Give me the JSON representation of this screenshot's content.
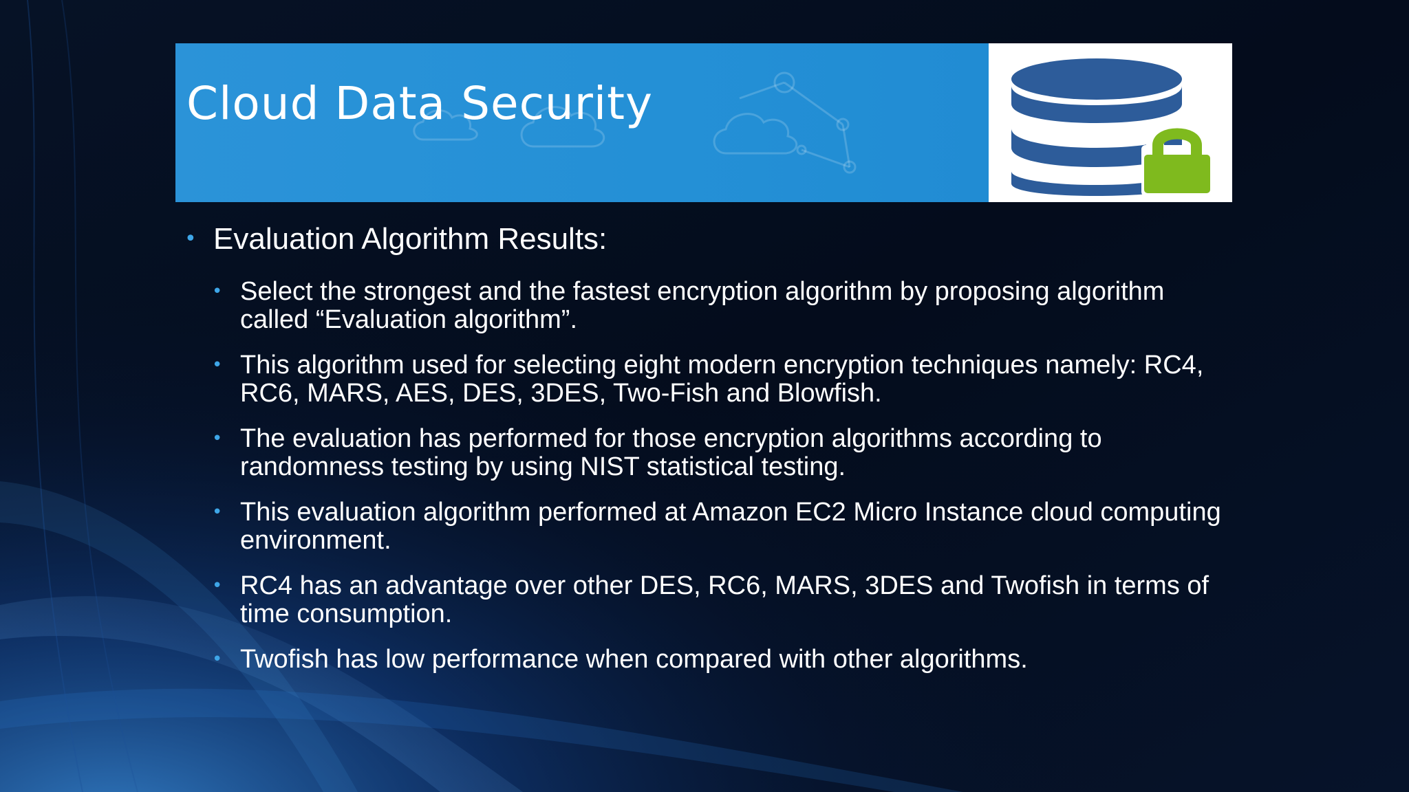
{
  "slide": {
    "title": "Cloud Data Security",
    "logo": {
      "icon": "database-lock-icon",
      "database_color": "#2d5c9a",
      "lock_color": "#7fba1e"
    },
    "accent_color": "#3ea6e8",
    "banner_color": "#2490d6",
    "background_color": "#050d1e"
  },
  "content": {
    "heading": "Evaluation Algorithm Results:",
    "items": [
      {
        "text": "Select the strongest and the fastest encryption algorithm by proposing algorithm called “Evaluation algorithm”."
      },
      {
        "text": "This algorithm used for selecting eight modern encryption techniques namely: RC4, RC6, MARS, AES, DES, 3DES, Two-Fish and Blowfish."
      },
      {
        "text": "The evaluation has performed for those encryption algorithms according to randomness testing by using NIST statistical testing."
      },
      {
        "text": " This evaluation algorithm performed at Amazon EC2 Micro Instance cloud computing environment."
      },
      {
        "text": "RC4 has an advantage over other DES, RC6, MARS, 3DES and Twofish in terms of time consumption."
      },
      {
        "text": "Twofish has low performance when compared with other algorithms."
      }
    ]
  }
}
